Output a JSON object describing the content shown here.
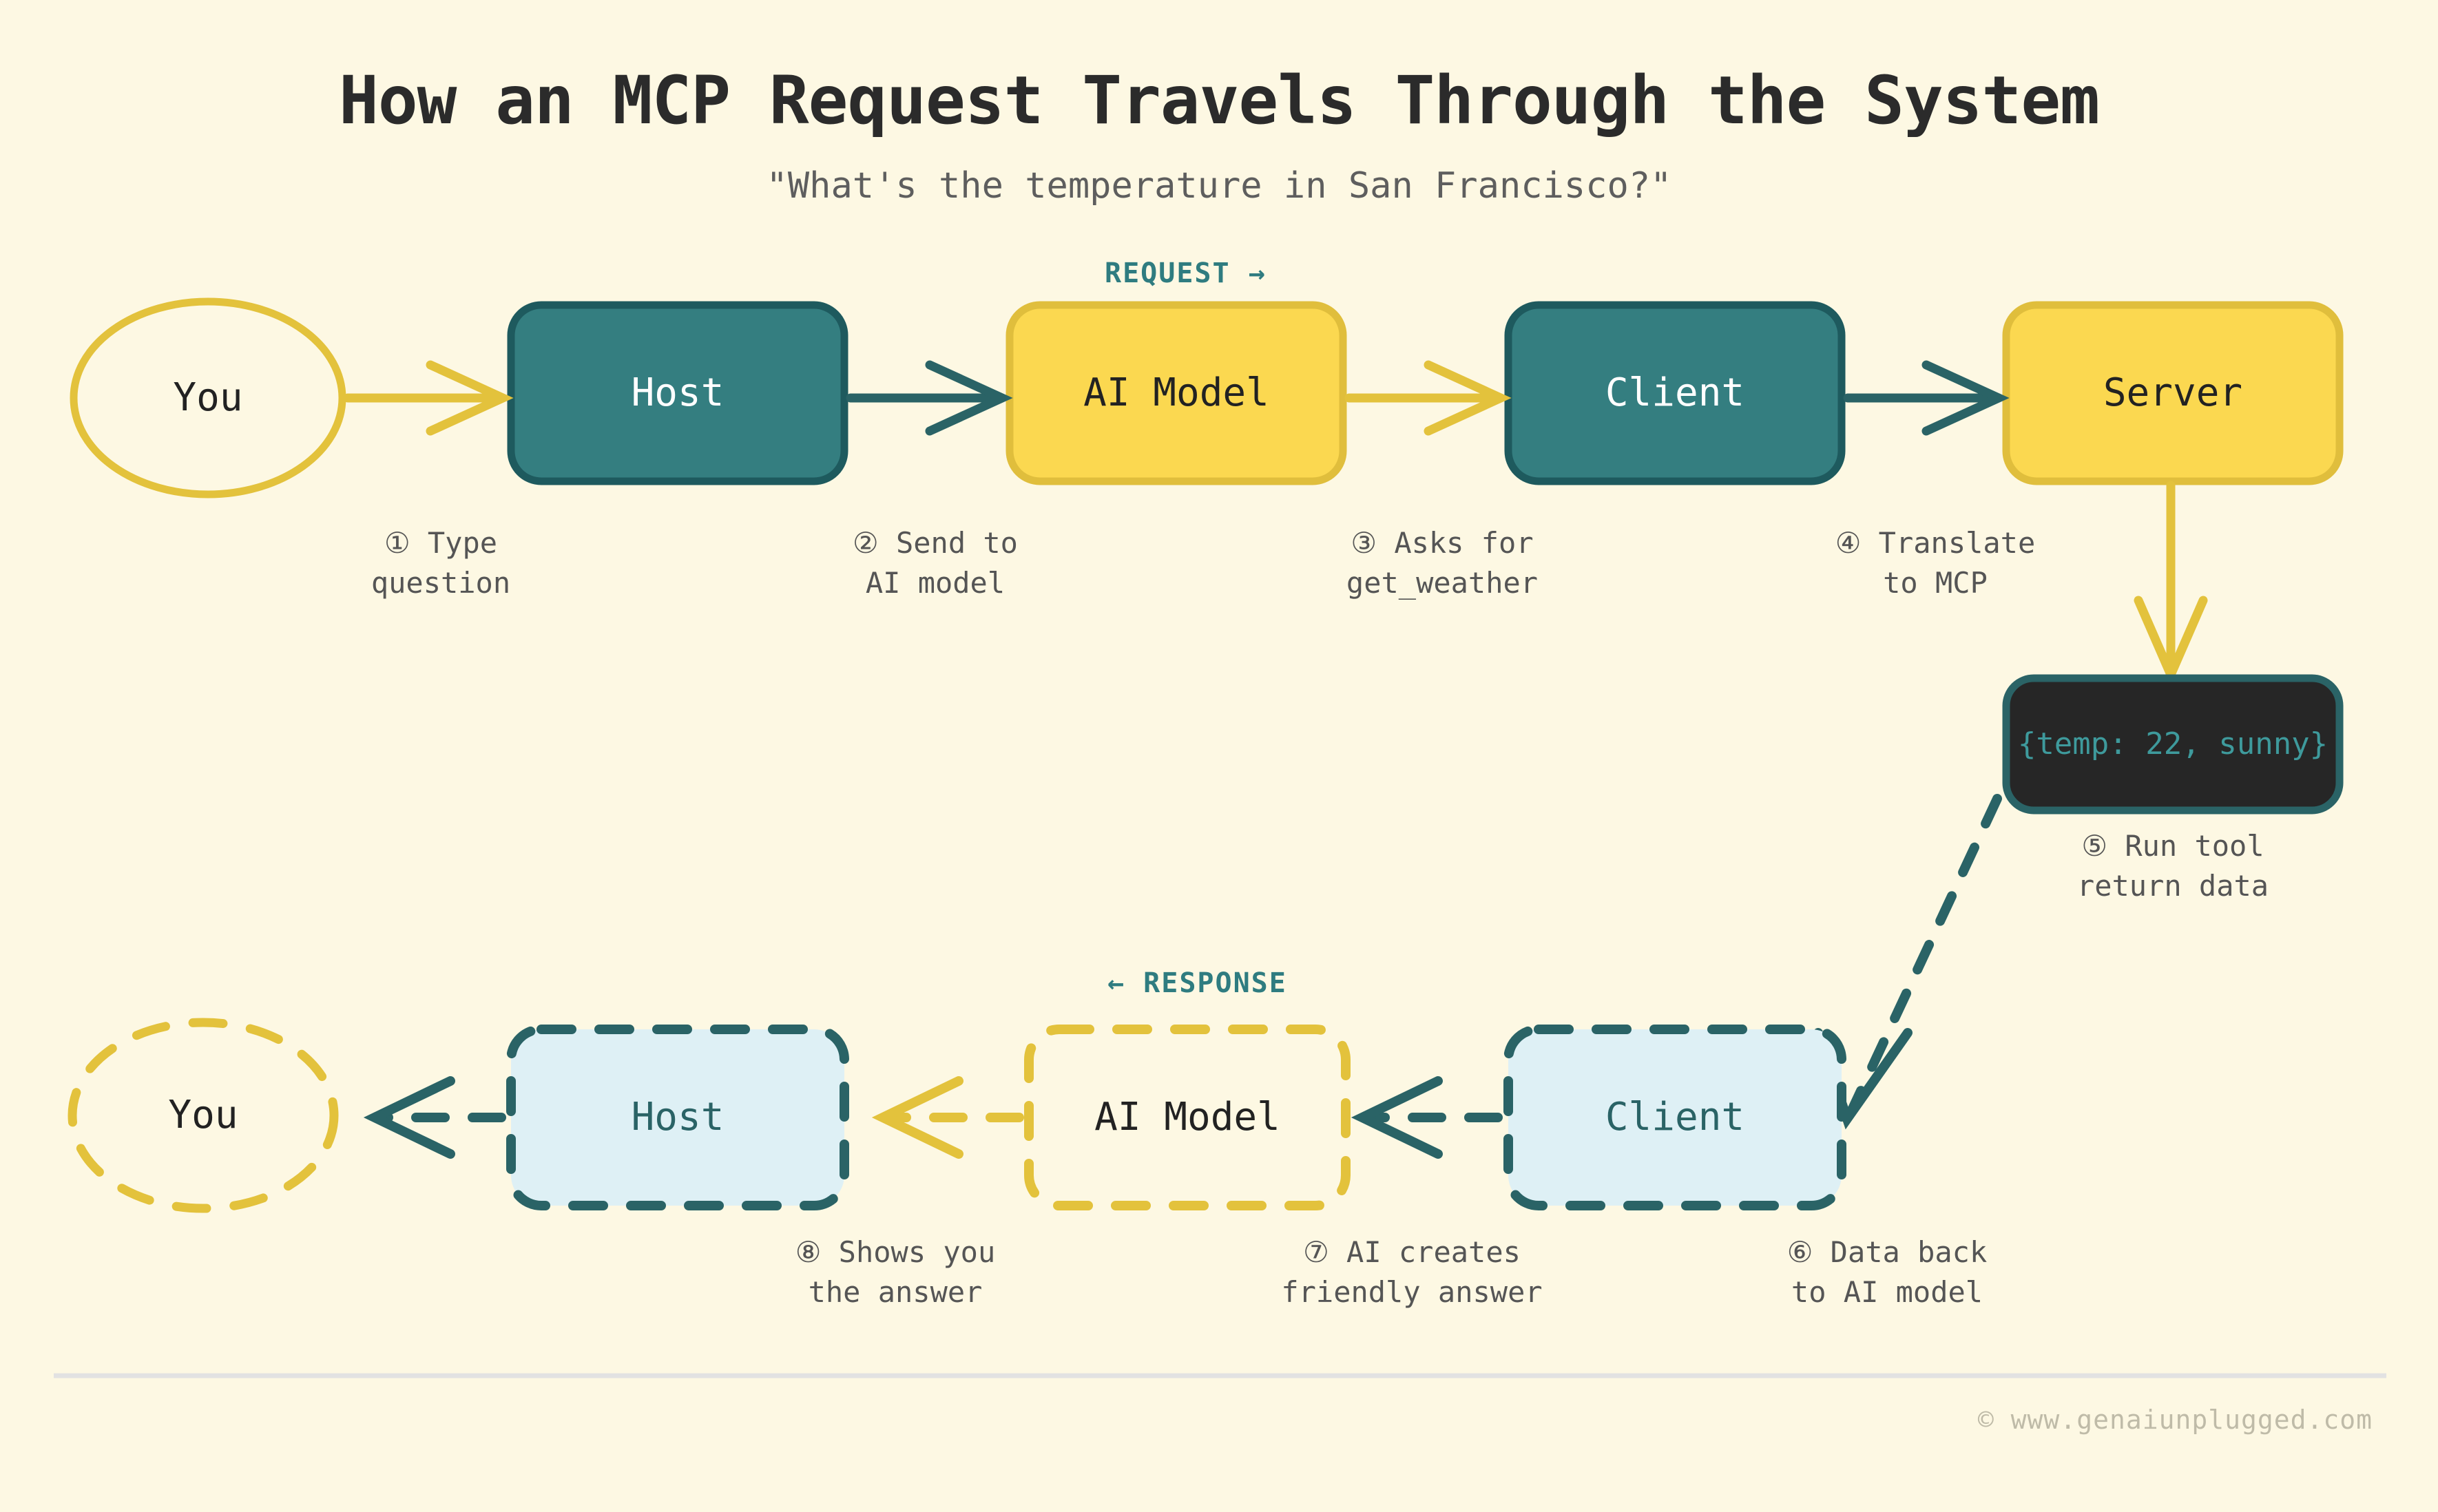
{
  "header": {
    "title": "How an MCP Request Travels Through the System",
    "subtitle": "\"What's the temperature in San Francisco?\""
  },
  "bands": {
    "request_label": "REQUEST →",
    "response_label": "← RESPONSE"
  },
  "request_row": {
    "nodes": [
      {
        "id": "you",
        "label": "You",
        "shape": "ellipse",
        "style": "outline-yellow"
      },
      {
        "id": "host",
        "label": "Host",
        "shape": "rounded-rect",
        "style": "fill-teal"
      },
      {
        "id": "ai_model",
        "label": "AI Model",
        "shape": "rounded-rect",
        "style": "fill-yellow"
      },
      {
        "id": "client",
        "label": "Client",
        "shape": "rounded-rect",
        "style": "fill-teal"
      },
      {
        "id": "server",
        "label": "Server",
        "shape": "rounded-rect",
        "style": "fill-yellow"
      }
    ],
    "captions": [
      {
        "num": "①",
        "text": "① Type\nquestion"
      },
      {
        "num": "②",
        "text": "② Send to\nAI model"
      },
      {
        "num": "③",
        "text": "③ Asks for\nget_weather"
      },
      {
        "num": "④",
        "text": "④ Translate\nto MCP"
      }
    ]
  },
  "tool_result": {
    "label": "{temp: 22,\nsunny}",
    "caption": "⑤ Run tool\nreturn data"
  },
  "response_row": {
    "nodes": [
      {
        "id": "you_r",
        "label": "You",
        "shape": "ellipse",
        "style": "dashed-yellow"
      },
      {
        "id": "host_r",
        "label": "Host",
        "shape": "rounded-rect",
        "style": "dashed-teal-fill"
      },
      {
        "id": "ai_model_r",
        "label": "AI Model",
        "shape": "rounded-rect",
        "style": "dashed-yellow"
      },
      {
        "id": "client_r",
        "label": "Client",
        "shape": "rounded-rect",
        "style": "dashed-teal-fill"
      }
    ],
    "captions": [
      {
        "num": "⑧",
        "text": "⑧ Shows you\nthe answer"
      },
      {
        "num": "⑦",
        "text": "⑦ AI creates\nfriendly answer"
      },
      {
        "num": "⑥",
        "text": "⑥ Data back\nto AI model"
      }
    ]
  },
  "footer": {
    "attribution": "© www.genaiunplugged.com"
  },
  "colors": {
    "background": "#FDF8E3",
    "yellow": "#FBD850",
    "yellow_stroke": "#E0BE3C",
    "teal": "#347E80",
    "teal_stroke": "#1E5A5E",
    "light_blue": "#DEF0F5",
    "dark_box": "#262626",
    "code_text": "#3E9A9C",
    "caption_text": "#555555",
    "title_text": "#2B2B2B",
    "footer_text": "#BFBBA8",
    "divider": "#E2E2E2"
  }
}
